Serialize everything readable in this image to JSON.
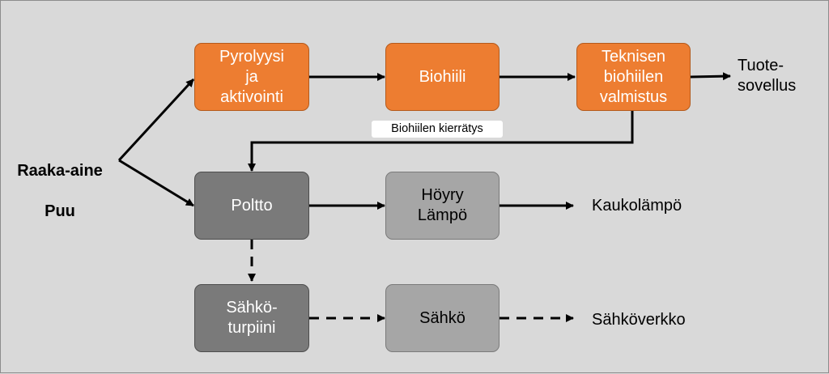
{
  "source": {
    "line1": "Raaka-aine",
    "line2": "Puu"
  },
  "boxes": {
    "pyrolysis": "Pyrolyysi\nja\naktivointi",
    "biochar": "Biohiili",
    "technical": "Teknisen\nbiohiilen\nvalmistus",
    "combustion": "Poltto",
    "steam": "Höyry\nLämpö",
    "turbine": "Sähkö-\nturpiini",
    "electricity": "Sähkö"
  },
  "outputs": {
    "product": "Tuote-\nsovellus",
    "district_heat": "Kaukolämpö",
    "grid": "Sähköverkko"
  },
  "recycle_label": "Biohiilen kierrätys",
  "colors": {
    "orange": "#ed7d31",
    "dark_gray": "#7a7a7a",
    "light_gray": "#a6a6a6",
    "background": "#d9d9d9"
  }
}
